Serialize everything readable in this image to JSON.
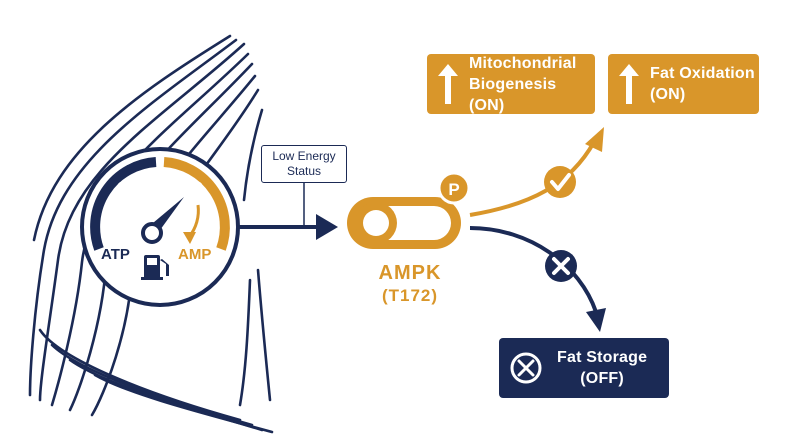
{
  "signal": {
    "label_line1": "Low Energy",
    "label_line2": "Status"
  },
  "gauge": {
    "left_label": "ATP",
    "right_label": "AMP"
  },
  "enzyme": {
    "name": "AMPK",
    "site": "(T172)",
    "phospho_mark": "P"
  },
  "outcomes": {
    "mito_line1": "Mitochondrial",
    "mito_line2": "Biogenesis (ON)",
    "fat_ox_line1": "Fat Oxidation",
    "fat_ox_line2": "(ON)",
    "fat_storage_line1": "Fat Storage",
    "fat_storage_line2": "(OFF)"
  },
  "colors": {
    "navy": "#1b2a55",
    "orange": "#d9962a"
  }
}
